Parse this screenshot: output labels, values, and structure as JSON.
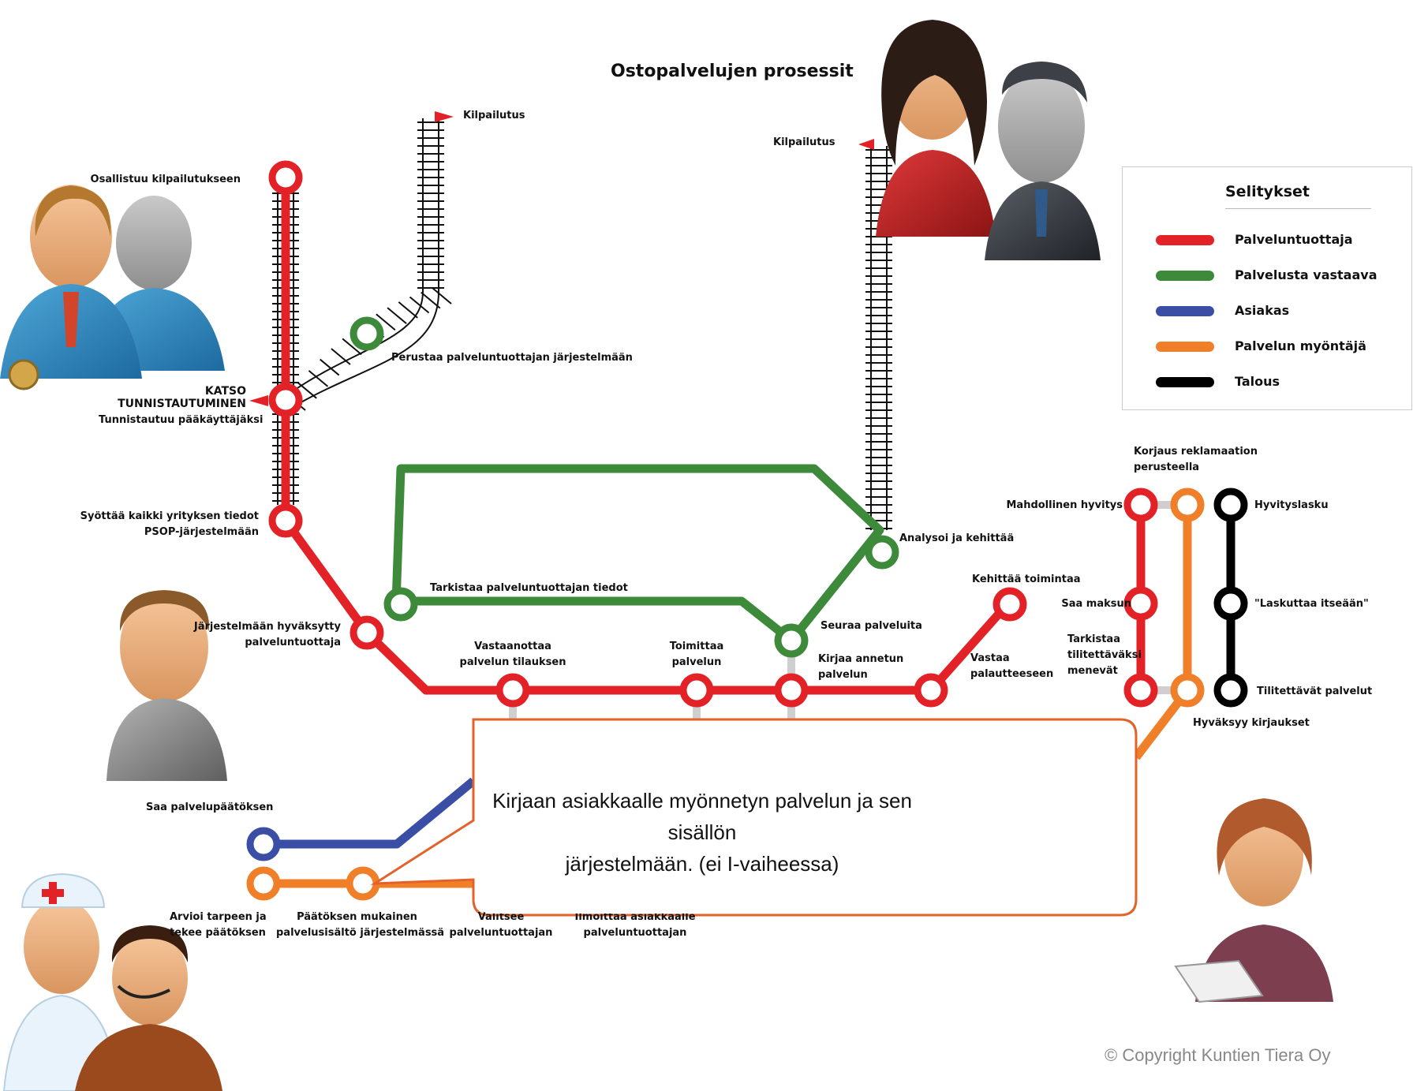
{
  "title": "Ostopalvelujen prosessit",
  "legend": {
    "title": "Selitykset",
    "items": [
      {
        "label": "Palveluntuottaja",
        "color": "#e32227"
      },
      {
        "label": "Palvelusta vastaava",
        "color": "#3c8a3a"
      },
      {
        "label": "Asiakas",
        "color": "#3a4ea6"
      },
      {
        "label": "Palvelun myöntäjä",
        "color": "#f07f2a"
      },
      {
        "label": "Talous",
        "color": "#000000"
      }
    ]
  },
  "labels": {
    "kilpailutus_left": "Kilpailutus",
    "kilpailutus_right": "Kilpailutus",
    "osallistuu": "Osallistuu kilpailutukseen",
    "perustaa": "Perustaa palveluntuottajan järjestelmään",
    "katso_1": "KATSO",
    "katso_2": "TUNNISTAUTUMINEN",
    "tunnistautuu": "Tunnistautuu pääkäyttäjäksi",
    "syottaa_1": "Syöttää kaikki yrityksen tiedot",
    "syottaa_2": "PSOP-järjestelmään",
    "hyvaksytty_1": "Järjestelmään hyväksytty",
    "hyvaksytty_2": "palveluntuottaja",
    "tarkistaa_tiedot": "Tarkistaa palveluntuottajan tiedot",
    "analysoi": "Analysoi ja kehittää",
    "seuraa": "Seuraa palveluita",
    "vastaanottaa_1": "Vastaanottaa",
    "vastaanottaa_2": "palvelun tilauksen",
    "toimittaa_1": "Toimittaa",
    "toimittaa_2": "palvelun",
    "kirjaa_1": "Kirjaa annetun",
    "kirjaa_2": "palvelun",
    "kehittaa": "Kehittää toimintaa",
    "vastaa_1": "Vastaa",
    "vastaa_2": "palautteeseen",
    "korjaus_1": "Korjaus reklamaation",
    "korjaus_2": "perusteella",
    "mahdollinen": "Mahdollinen hyvitys",
    "hyvityslasku": "Hyvityslasku",
    "saa_maksun": "Saa maksun",
    "laskuttaa": "\"Laskuttaa itseään\"",
    "tarkistaa_t_1": "Tarkistaa",
    "tarkistaa_t_2": "tilitettäväksi",
    "tarkistaa_t_3": "menevät",
    "tilitettavat": "Tilitettävät palvelut",
    "hyvaksyy": "Hyväksyy kirjaukset",
    "saa_paatos": "Saa palvelupäätöksen",
    "arvioi_1": "Arvioi tarpeen ja",
    "arvioi_2": "tekee päätöksen",
    "paatoksen_1": "Päätöksen mukainen",
    "paatoksen_2": "palvelusisältö järjestelmässä",
    "valitsee_1": "Valitsee",
    "valitsee_2": "palveluntuottajan",
    "ilmoittaa_1": "Ilmoittaa asiakkaalle",
    "ilmoittaa_2": "palveluntuottajan"
  },
  "callout": {
    "line1": "Kirjaan asiakkaalle myönnetyn palvelun ja sen sisällön",
    "line2": "järjestelmään. (ei I-vaiheessa)"
  },
  "copyright": "© Copyright Kuntien Tiera Oy"
}
